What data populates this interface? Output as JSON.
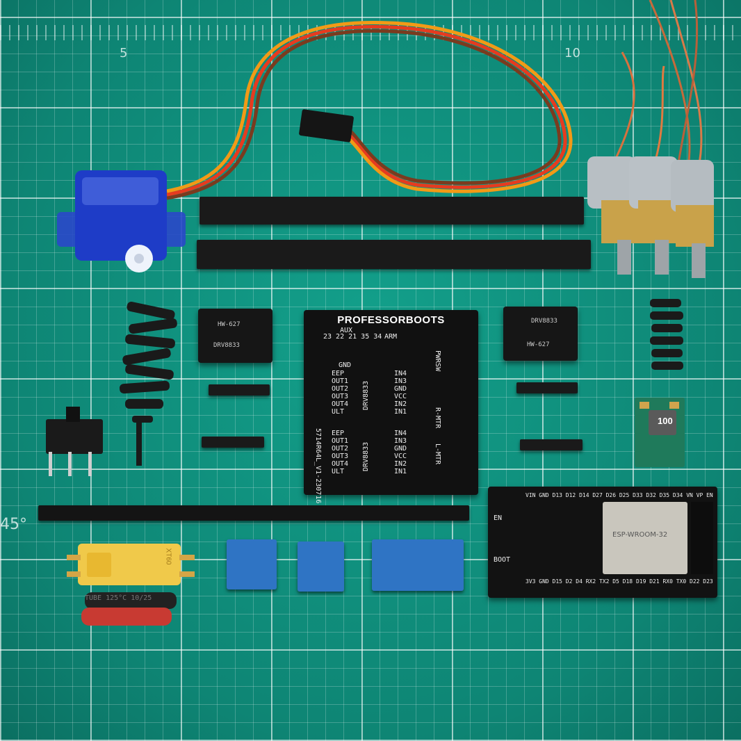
{
  "mat": {
    "ruler_labels": [
      "5",
      "10"
    ],
    "angle_label": "45°"
  },
  "carrier_board": {
    "title": "PROFESSORBOOTS",
    "aux_label": "AUX",
    "aux_pins": "23 22 21 35 34",
    "arm_label": "ARM",
    "gnd_label": "GND",
    "pwrsw_label": "PWRSW",
    "r_mtr_label": "R-MTR",
    "l_mtr_label": "L-MTR",
    "driver_label": "DRV8833",
    "side_code": "5714R64L_V1-230716",
    "pins_left": [
      "EEP",
      "OUT1",
      "OUT2",
      "OUT3",
      "OUT4",
      "ULT"
    ],
    "pins_right": [
      "IN4",
      "IN3",
      "GND",
      "VCC",
      "IN2",
      "IN1"
    ]
  },
  "driver_modules": {
    "label_a": "HW-627",
    "label_b": "DRV8833"
  },
  "regulator": {
    "inductor_marking": "100"
  },
  "esp32": {
    "top_pins": "VIN GND D13 D12 D14 D27 D26 D25 D33 D32 D35 D34 VN VP EN",
    "bottom_pins": "3V3 GND D15 D2 D4 RX2 TX2 D5 D18 D19 D21 RX0 TX0 D22 D23",
    "button_en": "EN",
    "button_boot": "BOOT",
    "shield_text": "ESP-WROOM-32"
  },
  "connector": {
    "marking": "XT60"
  },
  "heatshrink": {
    "marking": "TUBE 125°C 10/25"
  }
}
